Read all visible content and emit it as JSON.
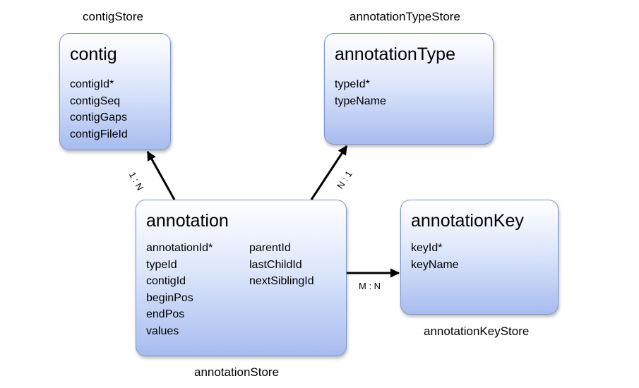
{
  "stores": {
    "contig": "contigStore",
    "annotationType": "annotationTypeStore",
    "annotation": "annotationStore",
    "annotationKey": "annotationKeyStore"
  },
  "entities": {
    "contig": {
      "title": "contig",
      "attributes": [
        "contigId*",
        "contigSeq",
        "contigGaps",
        "contigFileId"
      ]
    },
    "annotationType": {
      "title": "annotationType",
      "attributes": [
        "typeId*",
        "typeName"
      ]
    },
    "annotation": {
      "title": "annotation",
      "attributes_left": [
        "annotationId*",
        "typeId",
        "contigId",
        "beginPos",
        "endPos",
        "values"
      ],
      "attributes_right": [
        "parentId",
        "lastChildId",
        "nextSiblingId"
      ]
    },
    "annotationKey": {
      "title": "annotationKey",
      "attributes": [
        "keyId*",
        "keyName"
      ]
    }
  },
  "relations": {
    "annotation_to_contig": "1 : N",
    "annotation_to_type": "N : 1",
    "annotation_to_key": "M : N"
  },
  "colors": {
    "box_border": "#7c95cf",
    "box_fill_top": "#ffffff",
    "box_fill_bottom": "#a7bcef",
    "arrow": "#000000"
  }
}
